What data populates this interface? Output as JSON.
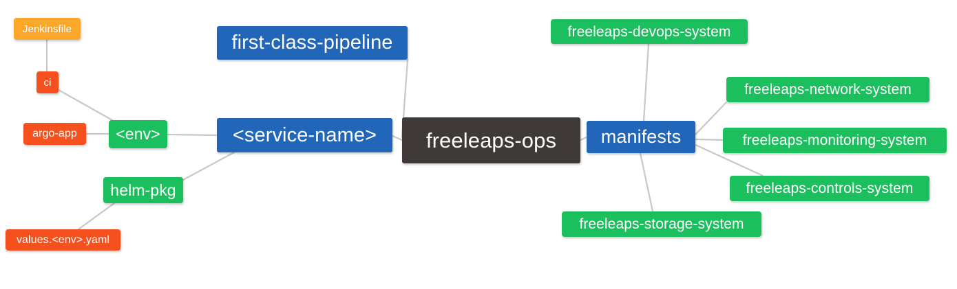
{
  "diagram": {
    "type": "mindmap",
    "title": "freeleaps-ops",
    "background_color": "#ffffff",
    "edge_color": "#c8c8c8",
    "palette": {
      "root": "#3f3a38",
      "blue": "#2166b9",
      "green": "#1cbf5e",
      "orange": "#fca62a",
      "red": "#f4511e",
      "text": "#ffffff"
    }
  },
  "nodes": {
    "root": {
      "label": "freeleaps-ops",
      "color": "#3f3a38"
    },
    "first_class_pipeline": {
      "label": "first-class-pipeline",
      "color": "#2166b9"
    },
    "service_name": {
      "label": "<service-name>",
      "color": "#2166b9"
    },
    "manifests": {
      "label": "manifests",
      "color": "#2166b9"
    },
    "env": {
      "label": "<env>",
      "color": "#1cbf5e"
    },
    "helm_pkg": {
      "label": "helm-pkg",
      "color": "#1cbf5e"
    },
    "jenkinsfile": {
      "label": "Jenkinsfile",
      "color": "#fca62a"
    },
    "ci": {
      "label": "ci",
      "color": "#f4511e"
    },
    "argo_app": {
      "label": "argo-app",
      "color": "#f4511e"
    },
    "values_yaml": {
      "label": "values.<env>.yaml",
      "color": "#f4511e"
    },
    "devops_system": {
      "label": "freeleaps-devops-system",
      "color": "#1cbf5e"
    },
    "network_system": {
      "label": "freeleaps-network-system",
      "color": "#1cbf5e"
    },
    "monitoring_system": {
      "label": "freeleaps-monitoring-system",
      "color": "#1cbf5e"
    },
    "controls_system": {
      "label": "freeleaps-controls-system",
      "color": "#1cbf5e"
    },
    "storage_system": {
      "label": "freeleaps-storage-system",
      "color": "#1cbf5e"
    }
  },
  "edges": [
    {
      "from": "root",
      "to": "first_class_pipeline"
    },
    {
      "from": "root",
      "to": "service_name"
    },
    {
      "from": "root",
      "to": "manifests"
    },
    {
      "from": "service_name",
      "to": "env"
    },
    {
      "from": "service_name",
      "to": "helm_pkg"
    },
    {
      "from": "env",
      "to": "ci"
    },
    {
      "from": "env",
      "to": "argo_app"
    },
    {
      "from": "ci",
      "to": "jenkinsfile"
    },
    {
      "from": "helm_pkg",
      "to": "values_yaml"
    },
    {
      "from": "manifests",
      "to": "devops_system"
    },
    {
      "from": "manifests",
      "to": "network_system"
    },
    {
      "from": "manifests",
      "to": "monitoring_system"
    },
    {
      "from": "manifests",
      "to": "controls_system"
    },
    {
      "from": "manifests",
      "to": "storage_system"
    }
  ]
}
